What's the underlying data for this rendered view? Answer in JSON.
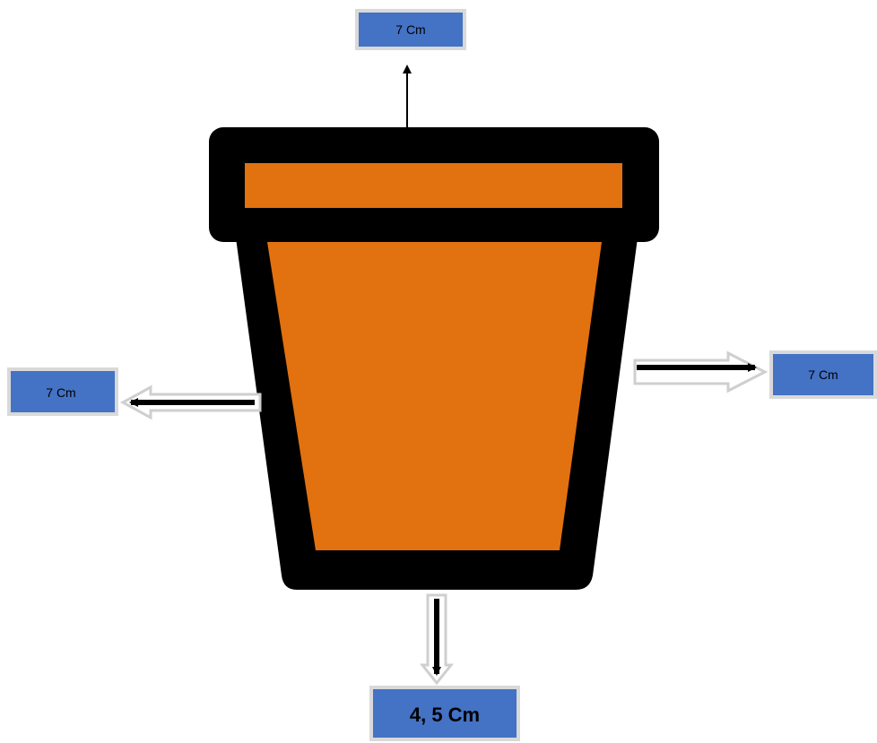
{
  "diagram": {
    "colors": {
      "pot_fill": "#e27110",
      "outline": "#000000",
      "label_bg": "#4472c4",
      "label_border": "#d9d9d9"
    },
    "labels": {
      "top_diameter": "7 Cm",
      "left_side": "7 Cm",
      "right_side": "7 Cm",
      "bottom_base": "4, 5 Cm"
    }
  }
}
